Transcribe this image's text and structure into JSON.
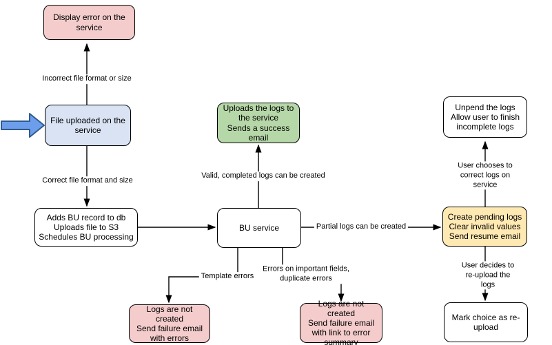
{
  "diagram": {
    "nodes": [
      {
        "id": "display-error",
        "text": "Display error on the\nservice",
        "fill": "#f4cccc"
      },
      {
        "id": "file-uploaded",
        "text": "File uploaded on the\nservice",
        "fill": "#dae3f3"
      },
      {
        "id": "adds-bu",
        "text": "Adds BU record to db\nUploads file to S3\nSchedules BU processing",
        "fill": "#ffffff"
      },
      {
        "id": "bu-service",
        "text": "BU service",
        "fill": "#ffffff"
      },
      {
        "id": "success-email",
        "text": "Uploads the logs to\nthe service\nSends a success\nemail",
        "fill": "#b6d7a8"
      },
      {
        "id": "unpend-logs",
        "text": "Unpend the logs\nAllow user to finish\nincomplete logs",
        "fill": "#ffffff"
      },
      {
        "id": "create-pending",
        "text": "Create pending logs\nClear invalid values\nSend resume email",
        "fill": "#ffe9b3"
      },
      {
        "id": "mark-reupload",
        "text": "Mark choice as re-\nupload",
        "fill": "#ffffff"
      },
      {
        "id": "fail-errors",
        "text": "Logs are not created\nSend failure email\nwith errors",
        "fill": "#f4cccc"
      },
      {
        "id": "fail-summary",
        "text": "Logs are not created\nSend failure email\nwith link to error\nsummary",
        "fill": "#f4cccc"
      }
    ],
    "edge_labels": [
      {
        "id": "incorrect",
        "text": "Incorrect file format or size"
      },
      {
        "id": "correct",
        "text": "Correct file format and size"
      },
      {
        "id": "valid",
        "text": "Valid, completed logs can be created"
      },
      {
        "id": "partial",
        "text": "Partial logs can be created"
      },
      {
        "id": "template",
        "text": "Template errors"
      },
      {
        "id": "errfields",
        "text": "Errors on important fields,\nduplicate errors"
      },
      {
        "id": "userchooses",
        "text": "User chooses to correct logs on service"
      },
      {
        "id": "userdecides",
        "text": "User decides to re-upload the logs"
      }
    ],
    "colors": {
      "node_pink": "#f4cccc",
      "node_blue": "#dae3f3",
      "node_green": "#b6d7a8",
      "node_yellow": "#ffe9b3",
      "node_white": "#ffffff",
      "node_border": "#000000",
      "edge_stroke": "#000000",
      "pointer_arrow_fill": "#6d9eeb",
      "pointer_arrow_stroke": "#2e5b8f"
    }
  }
}
